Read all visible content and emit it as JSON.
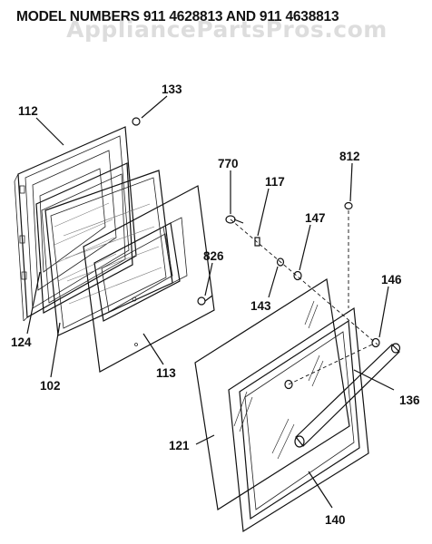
{
  "header": {
    "title": "MODEL NUMBERS 911 4628813 AND 911 4638813",
    "watermark": "AppliancePartsPros.com"
  },
  "parts": {
    "p112": "112",
    "p133": "133",
    "p770": "770",
    "p812": "812",
    "p117": "117",
    "p147": "147",
    "p826": "826",
    "p146": "146",
    "p143": "143",
    "p124": "124",
    "p102": "102",
    "p113": "113",
    "p121": "121",
    "p136": "136",
    "p140": "140"
  }
}
